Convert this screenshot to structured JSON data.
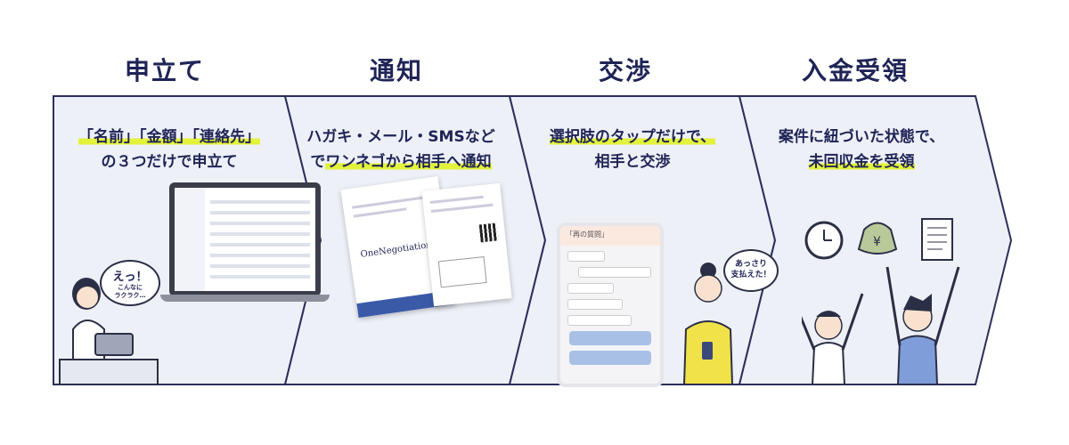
{
  "steps": [
    {
      "title": "申立て",
      "desc_line1": [
        {
          "text": "「名前」「金額」「連絡先」",
          "hl": true
        }
      ],
      "desc_line2": [
        {
          "text": "の３つだけで申立て",
          "hl": false
        }
      ]
    },
    {
      "title": "通知",
      "desc_line1": [
        {
          "text": "ハガキ・メール・SMSなど",
          "hl": false
        }
      ],
      "desc_line2": [
        {
          "text": "で",
          "hl": false
        },
        {
          "text": "ワンネゴから相手へ通知",
          "hl": true
        }
      ]
    },
    {
      "title": "交渉",
      "desc_line1": [
        {
          "text": "選択肢のタップだけで、",
          "hl": true
        }
      ],
      "desc_line2": [
        {
          "text": "相手と交渉",
          "hl": false
        }
      ]
    },
    {
      "title": "入金受領",
      "desc_line1": [
        {
          "text": "案件に紐づいた状態で、",
          "hl": false
        }
      ],
      "desc_line2": [
        {
          "text": "未回収金を受領",
          "hl": true
        }
      ]
    }
  ],
  "illustrations": {
    "step1_bubble_main": "えっ！",
    "step1_bubble_sub": "こんなに\nラクラク…",
    "step2_card_logo": "OneNegotiation",
    "step3_phone_header": "「再の質問」",
    "step3_bubble": "あっさり\n支払えた！"
  },
  "colors": {
    "panel_fill": "#eef0f8",
    "panel_stroke": "#2b2f5a",
    "title": "#1f2456",
    "highlight": "#e3f23a"
  }
}
